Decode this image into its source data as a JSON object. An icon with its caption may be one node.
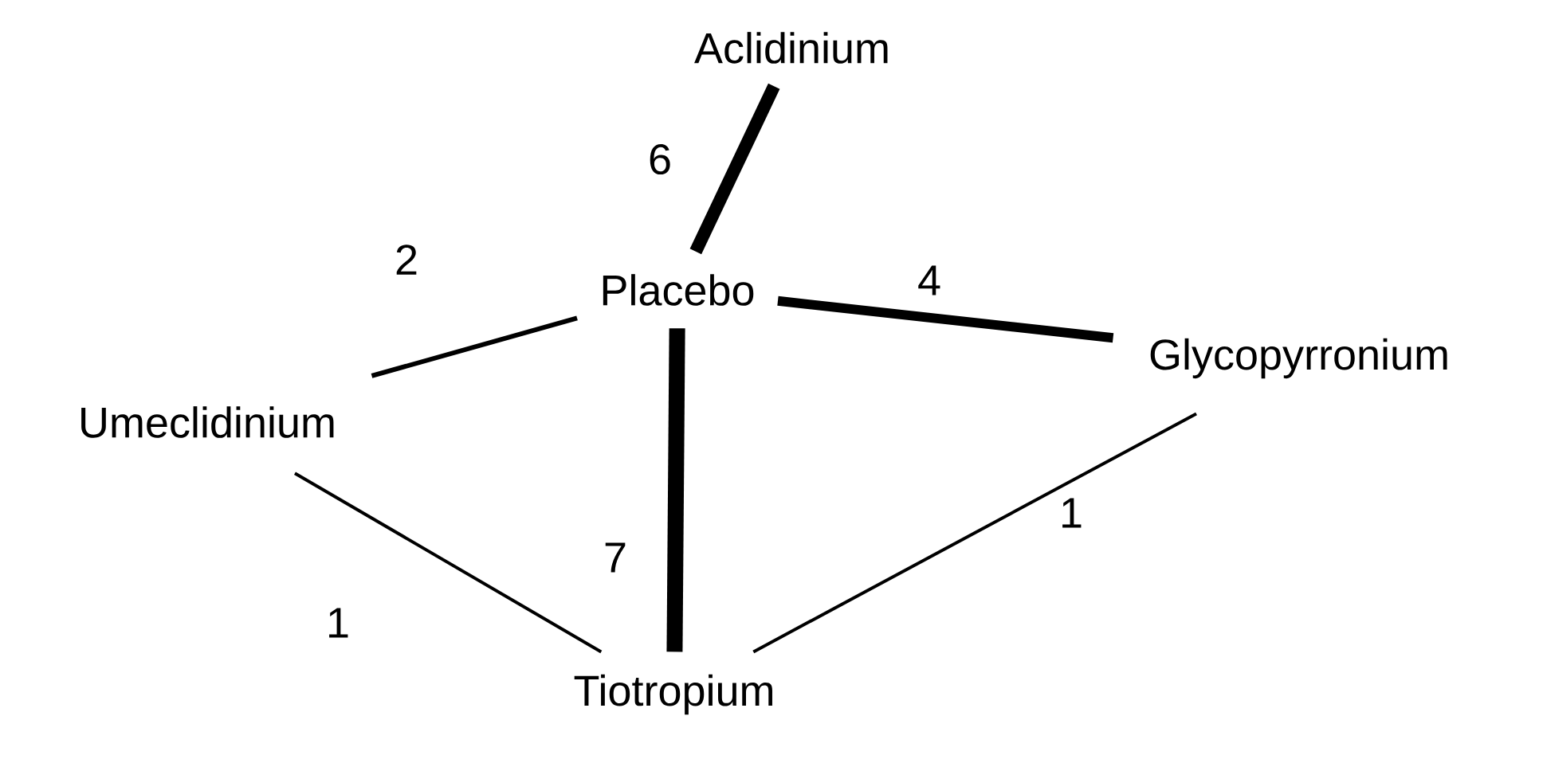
{
  "diagram": {
    "nodes": [
      {
        "text": [
          "Aclidinium"
        ]
      },
      {
        "text": [
          "Placebo"
        ]
      },
      {
        "text": [
          "Umeclidinium"
        ]
      },
      {
        "text": [
          "Glycopyrronium"
        ]
      },
      {
        "text": [
          "Tiotropium"
        ]
      }
    ],
    "edges": [
      {
        "from": 1,
        "to": 0,
        "arrow": "none",
        "label": "6",
        "style": "thick"
      },
      {
        "from": 1,
        "to": 2,
        "arrow": "none",
        "label": "2"
      },
      {
        "from": 1,
        "to": 3,
        "arrow": "none",
        "label": "4",
        "style": "thick"
      },
      {
        "from": 1,
        "to": 4,
        "arrow": "none",
        "label": "7",
        "style": "thick"
      },
      {
        "from": 2,
        "to": 4,
        "arrow": "none",
        "label": "1"
      },
      {
        "from": 3,
        "to": 4,
        "arrow": "none",
        "label": "1"
      }
    ]
  }
}
